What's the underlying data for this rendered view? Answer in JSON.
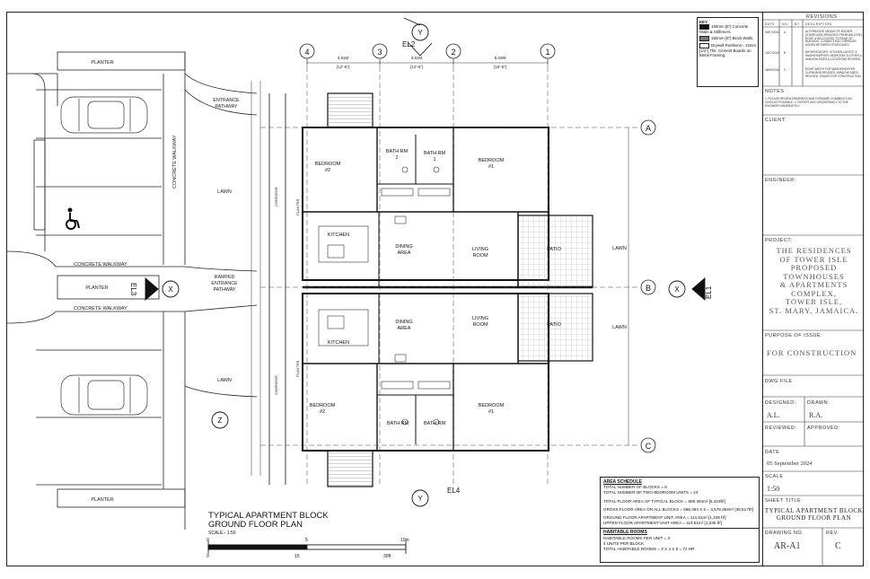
{
  "site": {
    "planter_top": "PLANTER",
    "planter_mid": "PLANTER",
    "planter_bottom": "PLANTER",
    "concrete_walkway_v": "CONCRETE WALKWAY",
    "concrete_walkway_top": "CONCRETE WALKWAY",
    "concrete_walkway_bottom": "CONCRETE WALKWAY",
    "entrance_pathway": "ENTRANCE\nPATHWAY",
    "ramped_entrance": "RAMPED\nENTRANCE\nPATHWAY",
    "lawn_left_1": "LAWN",
    "lawn_left_2": "LAWN",
    "lawn_right_1": "LAWN",
    "lawn_right_2": "LAWN",
    "corridor": "CORRIDOR",
    "planter_v": "PLANTER"
  },
  "rooms": {
    "bedroom2_top": "BEDROOM\n#2",
    "bedroom1_top": "BEDROOM\n#1",
    "bathrm_top_a": "BATH RM\n2",
    "bathrm_top_b": "BATH RM\n1",
    "kitchen_top": "KITCHEN",
    "dining_top": "DINING\nAREA",
    "living_top": "LIVING\nROOM",
    "patio_top": "PATIO",
    "kitchen_bot": "KITCHEN",
    "dining_bot": "DINING\nAREA",
    "living_bot": "LIVING\nROOM",
    "patio_bot": "PATIO",
    "bedroom2_bot": "BEDROOM\n#2",
    "bedroom1_bot": "BEDROOM\n#1",
    "bathrm_bot_a": "BATH RM",
    "bathrm_bot_b": "BATH RM"
  },
  "grid": {
    "col_4": "4",
    "col_3": "3",
    "col_2": "2",
    "col_1": "1",
    "row_a": "A",
    "row_b": "B",
    "row_c": "C",
    "marker_x": "X",
    "marker_y": "Y",
    "marker_z": "Z",
    "el1": "EL1",
    "el2": "EL2",
    "el3": "EL3",
    "el4": "EL4"
  },
  "dims": {
    "d1": "3.81M",
    "d1i": "[12'-6\"]",
    "d2": "3.81M",
    "d2i": "[12'-6\"]",
    "d3": "5.03M",
    "d3i": "[16'-6\"]"
  },
  "key": {
    "title": "KEY",
    "item1": "150mm [6\"] Concrete Walls & Stiffeners.",
    "item2": "150mm [6\"] Block Walls.",
    "item3": "Drywall Partitions:- 13mm [1/2\"] Thk. Cement Boards on Metal Framing."
  },
  "title_block": {
    "revisions_label": "REVISIONS",
    "rev_cols": [
      "DATE",
      "NO.",
      "BY",
      "DESCRIPTION"
    ],
    "rev_rows": [
      {
        "date": "09/07/2024",
        "no": "A",
        "desc": "ALTERNATIVE MEANS OF ESCAPE (STAIRCASE) REMOVED FROM BALCONY, ROOF & RELOCATED TO REAR OF BUILDING. CONNECTING CORRIDOR ADDED BETWEEN STAIRCASES."
      },
      {
        "date": "12/07/2024",
        "no": "B",
        "desc": "BATHROOM DRY, KITCHEN LAYOUT & WASHER/DRYER; BEDROOM CLOTHES & WINDOW SIZES & LOCATIONS REVISED."
      },
      {
        "date": "05/09/2024",
        "no": "C",
        "desc": "DOOR WIDTH FOR WASHER/DRYER CUPBOARD REVISED. WINDOW SIZES REVISED. ISSUED FOR CONSTRUCTION."
      }
    ],
    "notes_label": "NOTES",
    "notes": "1. PLEASE REVIEW DRAWINGS AND FORWARD COMMENTS AS SOON AS POSSIBLE. 2. REPORT ANY DISCREPANCY TO THE ENGINEER IMMEDIATELY.",
    "client_label": "CLIENT:",
    "engineer_label": "ENGINEER:",
    "project_label": "PROJECT:",
    "project_text": "THE RESIDENCES\nOF TOWER ISLE\nPROPOSED\nTOWNHOUSES\n& APARTMENTS\nCOMPLEX,\nTOWER ISLE,\nST. MARY, JAMAICA.",
    "purpose_label": "PURPOSE OF ISSUE:",
    "purpose_text": "FOR CONSTRUCTION",
    "dwg_file_label": "DWG FILE",
    "designed_label": "DESIGNED:",
    "designed_val": "A.L.",
    "drawn_label": "DRAWN:",
    "drawn_val": "R.A.",
    "reviewed_label": "REVIEWED:",
    "approved_label": "APPROVED:",
    "date_label": "DATE",
    "date_val": "05 September 2024",
    "scale_label": "SCALE",
    "scale_val": "1:50",
    "sheet_title_label": "SHEET TITLE",
    "sheet_title_val": "TYPICAL APARTMENT BLOCK\nGROUND FLOOR PLAN",
    "drawing_no_label": "DRAWING NO.",
    "drawing_no_val": "AR-A1",
    "rev_label": "REV.",
    "rev_val": "C"
  },
  "area_schedule": {
    "title": "AREA SCHEDULE",
    "l1": "TOTAL NUMBER OF BLOCKS = 6",
    "l2": "TOTAL NUMBER OF TWO BEDROOM UNITS = 24",
    "l3": "TOTAL FLOOR AREA OF TYPICAL BLOCK = 596.394m² [6,419ft²]",
    "l4": "GROSS FLOOR AREA ON ALL BLOCKS = 596.394 X 6 = 3,578.364m² [38,517ft²]",
    "l5": "GROUND FLOOR APARTMENT UNIT AREA = 114.81m² [1,235 ft²]",
    "l6": "UPPER FLOOR APARTMENT UNIT AREA = 114.81m² [1,235 ft²]",
    "hab_title": "HABITABLE ROOMS",
    "h1": "HABITABLE ROOMS PER UNIT = 3",
    "h2": "4 UNITS PER BLOCK",
    "h3": "TOTAL HABITABLE ROOMS = 3 X 4 X 6 = 72 HR"
  },
  "drawing_title": {
    "line1": "TYPICAL APARTMENT BLOCK",
    "line2": "GROUND FLOOR PLAN",
    "scale": "SCALE:- 1:50",
    "s0": "0",
    "s5": "5",
    "s10": "10m",
    "f0": "0",
    "f15": "15",
    "f30": "30ft"
  }
}
